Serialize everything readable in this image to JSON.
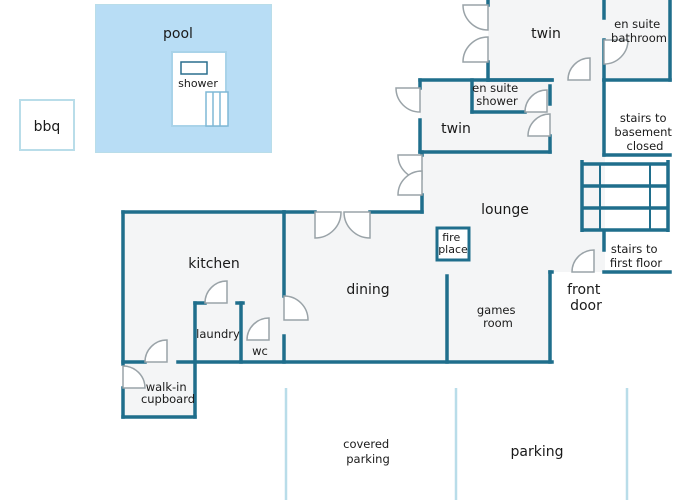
{
  "outdoor": {
    "pool": "pool",
    "shower": "shower",
    "bbq": "bbq"
  },
  "rooms": {
    "twin_upper": "twin",
    "ensuite_bathroom": [
      "en suite",
      "bathroom"
    ],
    "ensuite_shower": [
      "en suite",
      "shower"
    ],
    "twin_lower": "twin",
    "stairs_basement": [
      "stairs to",
      "basement",
      "closed"
    ],
    "lounge": "lounge",
    "fireplace": [
      "fire",
      "place"
    ],
    "stairs_first_floor": [
      "stairs to",
      "first floor"
    ],
    "kitchen": "kitchen",
    "dining": "dining",
    "games_room": [
      "games",
      "room"
    ],
    "front_door": [
      "front",
      "door"
    ],
    "laundry": "laundry",
    "wc": "wc",
    "walk_in_cupboard": [
      "walk-in",
      "cupboard"
    ]
  },
  "parking": {
    "covered_parking": [
      "covered",
      "parking"
    ],
    "parking": "parking"
  },
  "colors": {
    "wall": "#1f6e8c",
    "wall_light": "#b9dde9",
    "floor": "#f4f5f6",
    "pool_water": "#b8ddf5",
    "door_swing": "#9aa3a8"
  }
}
